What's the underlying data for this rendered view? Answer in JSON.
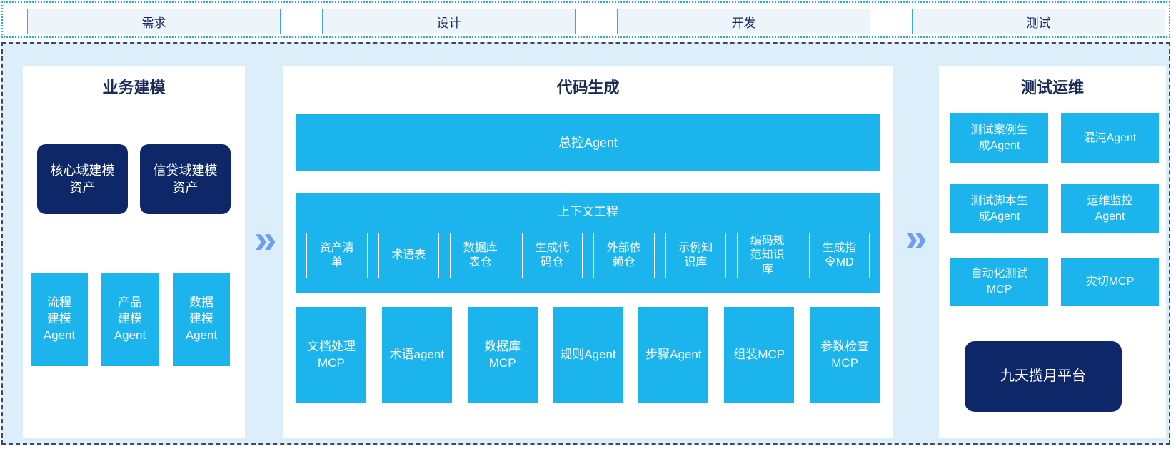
{
  "colors": {
    "cyan": "#1cb4ec",
    "navy": "#0d2768",
    "container_bg": "#ddeefb",
    "panel_bg": "#ffffff",
    "phase_box_bg": "#edf5fb",
    "phase_box_border": "#46a4ce",
    "dotted_border": "#2aabd2",
    "dashed_border": "#3b4a63",
    "chevron": "#6d9ff1",
    "title_text": "#1b2b55"
  },
  "phases": [
    "需求",
    "设计",
    "开发",
    "测试"
  ],
  "arrow": {
    "glyph": "»"
  },
  "business_modeling": {
    "title": "业务建模",
    "assets": [
      "核心域建模\n资产",
      "信贷域建模\n资产"
    ],
    "agents": [
      "流程\n建模\nAgent",
      "产品\n建模\nAgent",
      "数据\n建模\nAgent"
    ]
  },
  "code_generation": {
    "title": "代码生成",
    "master_agent": "总控Agent",
    "context_engineering": {
      "title": "上下文工程",
      "items": [
        "资产清\n单",
        "术语表",
        "数据库\n表仓",
        "生成代\n码仓",
        "外部依\n赖仓",
        "示例知\n识库",
        "编码规\n范知识\n库",
        "生成指\n令MD"
      ]
    },
    "tools": [
      "文档处理\nMCP",
      "术语agent",
      "数据库\nMCP",
      "规则Agent",
      "步骤Agent",
      "组装MCP",
      "参数检查\nMCP"
    ]
  },
  "test_ops": {
    "title": "测试运维",
    "boxes": [
      "测试案例生\n成Agent",
      "混沌Agent",
      "测试脚本生\n成Agent",
      "运维监控\nAgent",
      "自动化测试\nMCP",
      "灾切MCP"
    ],
    "platform": "九天揽月平台"
  }
}
